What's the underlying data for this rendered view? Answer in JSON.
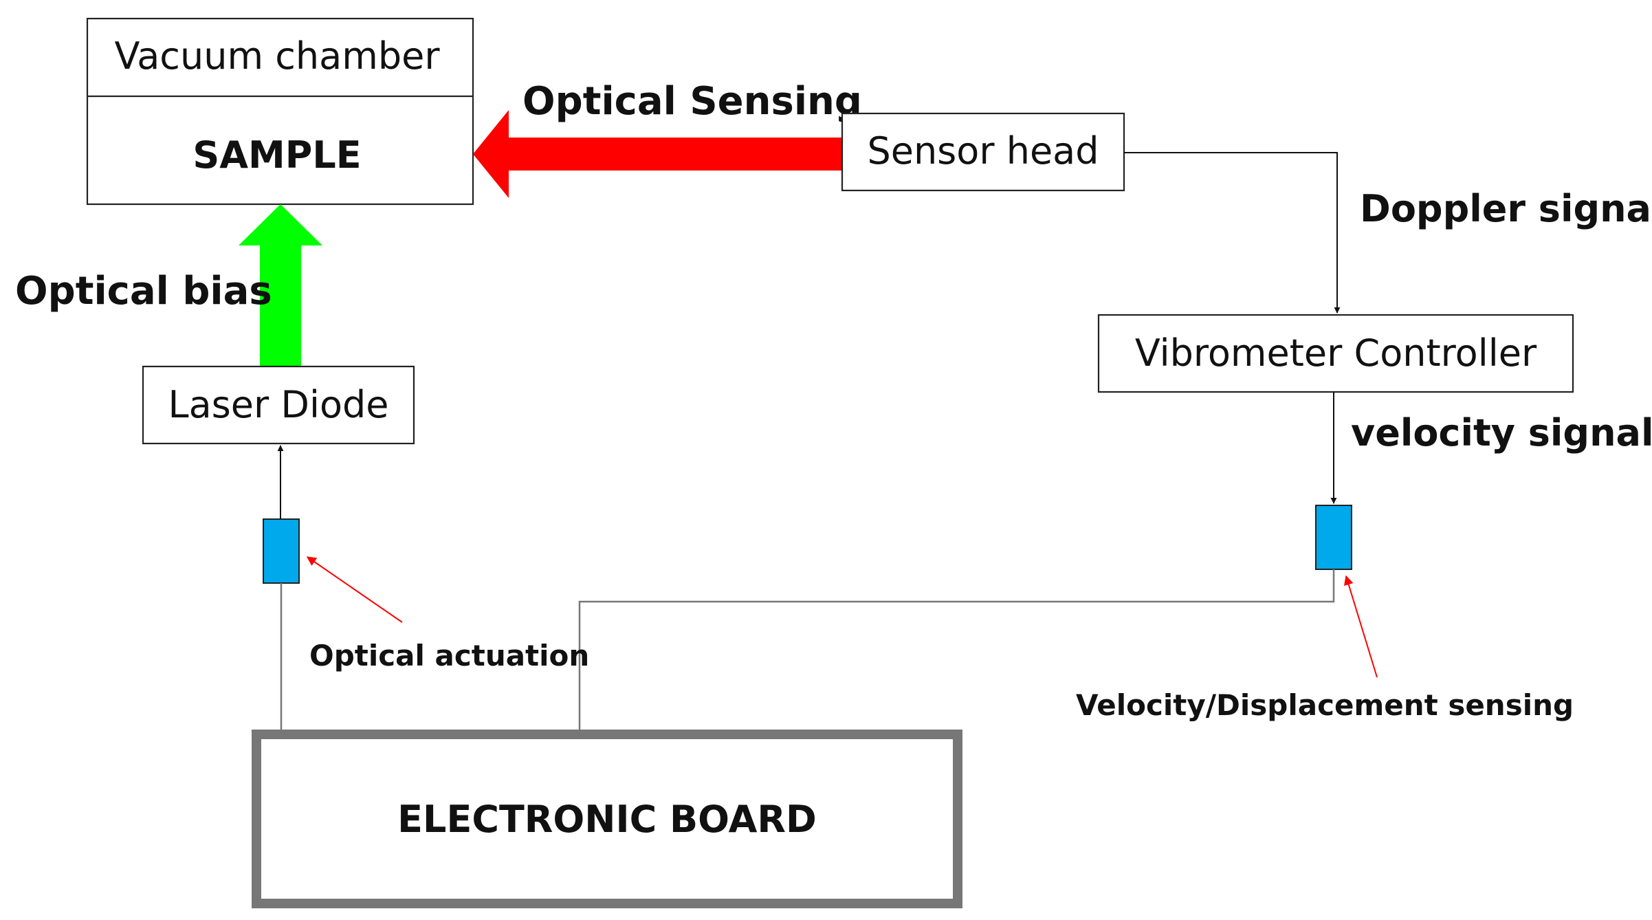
{
  "boxes": {
    "vacuum_chamber": "Vacuum chamber",
    "sample": "SAMPLE",
    "sensor_head": "Sensor head",
    "laser_diode": "Laser Diode",
    "vibrometer_controller": "Vibrometer Controller",
    "electronic_board": "ELECTRONIC BOARD"
  },
  "labels": {
    "optical_sensing": "Optical Sensing",
    "optical_bias": "Optical bias",
    "doppler_signal": "Doppler signal",
    "velocity_signal": "velocity signal",
    "optical_actuation": "Optical actuation",
    "velocity_displacement_sensing": "Velocity/Displacement sensing"
  },
  "colors": {
    "optical_sensing_arrow": "#ff0000",
    "optical_bias_arrow": "#00ff00",
    "connector": "#00a8ec",
    "annotation_arrow": "#ff0000",
    "board_border": "#777777"
  }
}
